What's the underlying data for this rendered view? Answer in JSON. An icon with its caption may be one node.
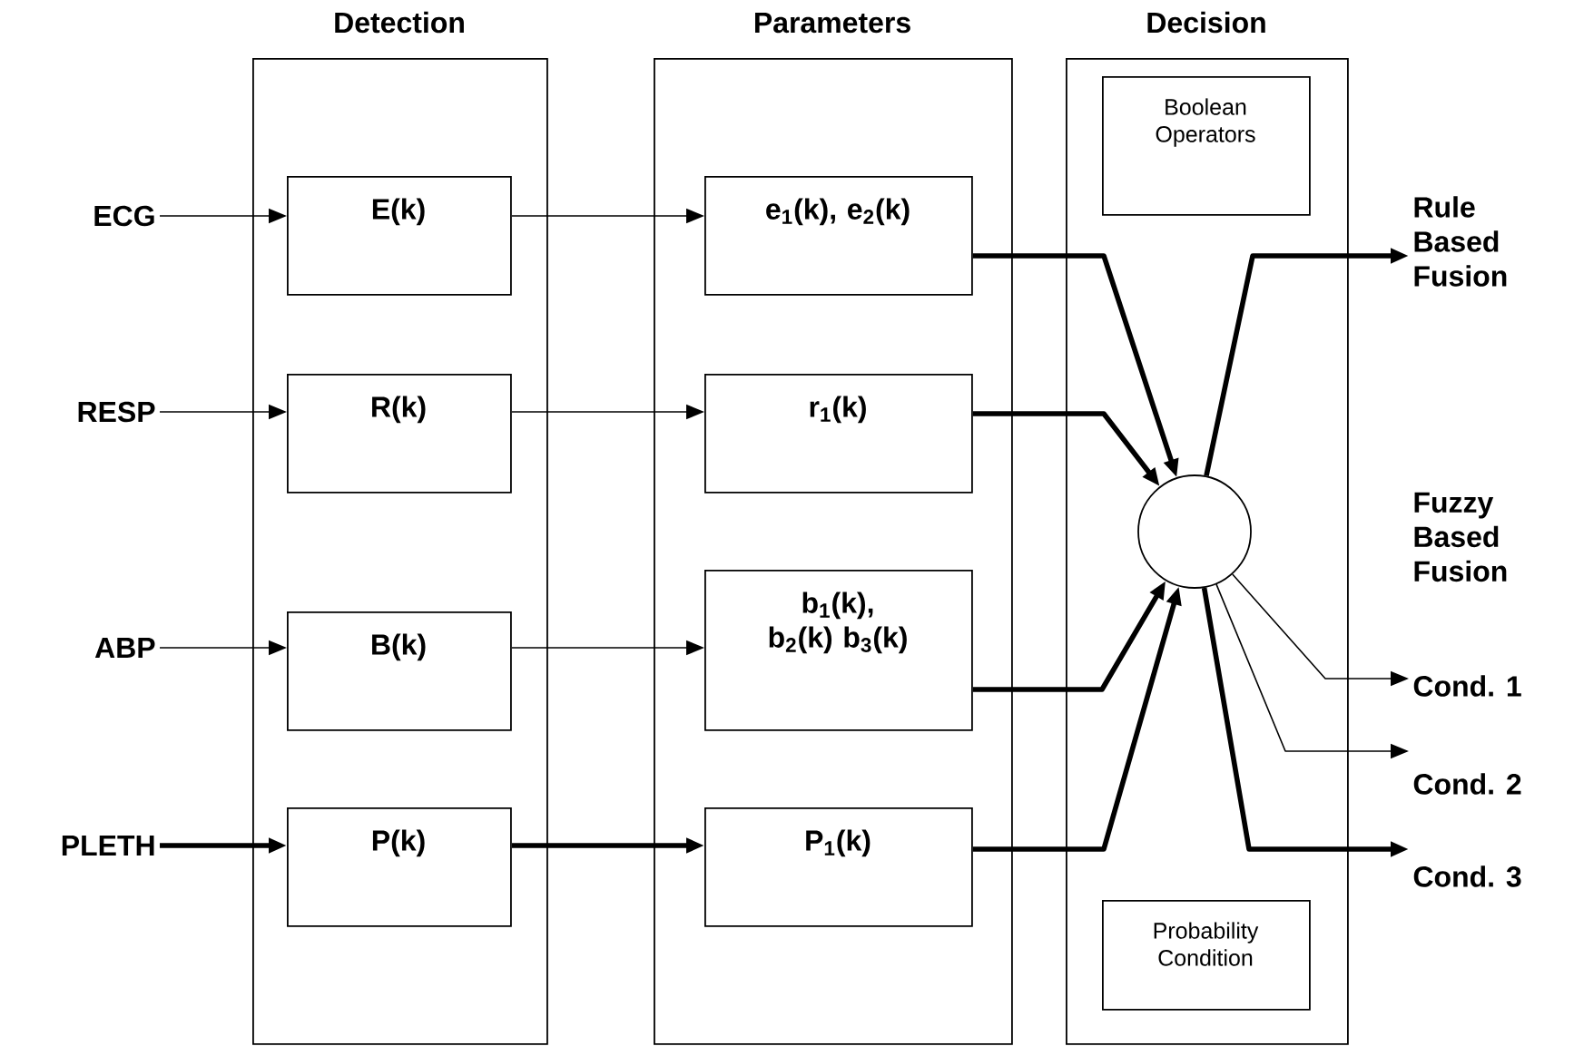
{
  "diagram": {
    "nodes": [
      {
        "text": [
          "Detection"
        ]
      },
      {
        "text": [
          "Parameters"
        ]
      },
      {
        "text": [
          "Decision"
        ]
      },
      {
        "text": [
          "ECG"
        ]
      },
      {
        "text": [
          "RESP"
        ]
      },
      {
        "text": [
          "ABP"
        ]
      },
      {
        "text": [
          "PLETH"
        ]
      },
      {
        "text": [
          "E(k)"
        ],
        "in": 0
      },
      {
        "text": [
          "R(k)"
        ],
        "in": 0
      },
      {
        "text": [
          "B(k)"
        ],
        "in": 0
      },
      {
        "text": [
          "P(k)"
        ],
        "in": 0
      },
      {
        "text": [
          "e$_{1}$(k), e$_{2}$(k)"
        ],
        "in": 1
      },
      {
        "text": [
          "r$_{1}$(k)"
        ],
        "in": 1
      },
      {
        "text": [
          "b$_{1}$(k), b$_{2}$(k) b$_{3}$(k)"
        ],
        "in": 1
      },
      {
        "text": [
          "P$_{1}$(k)"
        ],
        "in": 1
      },
      {
        "text": [
          "Boolean Operators"
        ],
        "in": 2
      },
      {
        "text": [],
        "shape": "circle",
        "in": 2
      },
      {
        "text": [
          "Probability Condition"
        ],
        "in": 2
      },
      {
        "text": [
          "Rule Based Fusion"
        ]
      },
      {
        "text": [
          "Cond. 1"
        ]
      },
      {
        "text": [
          "Cond. 2"
        ]
      },
      {
        "text": [
          "Cond. 3"
        ]
      }
    ],
    "edges": [
      {
        "from": 3,
        "to": 7,
        "arrow": "to"
      },
      {
        "from": 4,
        "to": 8,
        "arrow": "to"
      },
      {
        "from": 5,
        "to": 9,
        "arrow": "to"
      },
      {
        "from": 6,
        "to": 10,
        "arrow": "to",
        "style": "thick"
      },
      {
        "from": 7,
        "to": 11,
        "arrow": "to"
      },
      {
        "from": 8,
        "to": 12,
        "arrow": "to"
      },
      {
        "from": 9,
        "to": 13,
        "arrow": "to"
      },
      {
        "from": 10,
        "to": 14,
        "arrow": "to",
        "style": "thick"
      },
      {
        "from": 11,
        "to": 16,
        "arrow": "to",
        "style": "thick"
      },
      {
        "from": 12,
        "to": 16,
        "arrow": "to",
        "style": "thick"
      },
      {
        "from": 13,
        "to": 16,
        "arrow": "to",
        "style": "thick"
      },
      {
        "from": 14,
        "to": 16,
        "arrow": "to",
        "style": "thick"
      },
      {
        "from": 16,
        "to": 18,
        "arrow": "to",
        "style": "thick"
      },
      {
        "from": 16,
        "to": 19,
        "arrow": "to"
      },
      {
        "from": 16,
        "to": 20,
        "arrow": "to"
      },
      {
        "from": 16,
        "to": 21,
        "arrow": "to",
        "style": "thick"
      }
    ],
    "labels": [
      "Fuzzy Based Fusion"
    ]
  }
}
